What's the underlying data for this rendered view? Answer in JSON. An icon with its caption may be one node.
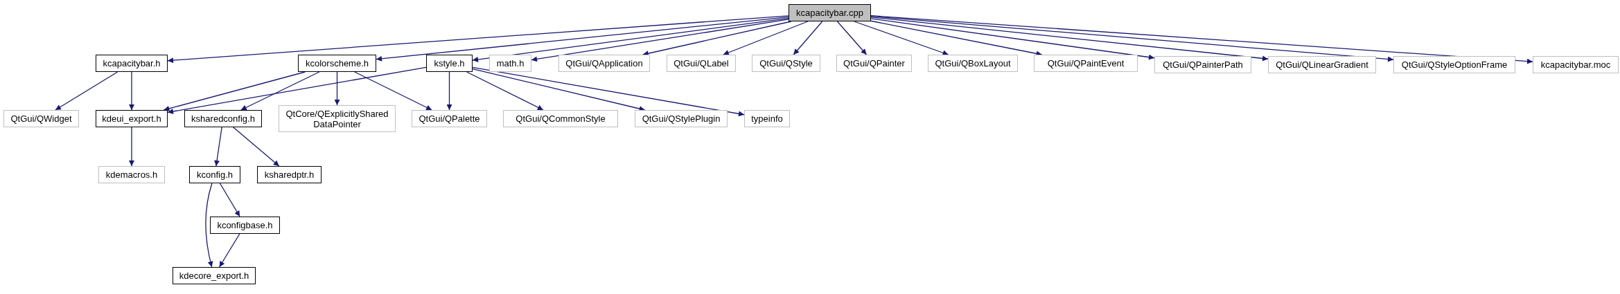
{
  "diagram": {
    "nodes": [
      {
        "text": [
          "kcapacitybar.cpp"
        ]
      },
      {
        "text": [
          "kcapacitybar.h"
        ]
      },
      {
        "text": [
          "kcolorscheme.h"
        ]
      },
      {
        "text": [
          "kstyle.h"
        ]
      },
      {
        "text": [
          "math.h"
        ]
      },
      {
        "text": [
          "QtGui/QApplication"
        ]
      },
      {
        "text": [
          "QtGui/QLabel"
        ]
      },
      {
        "text": [
          "QtGui/QStyle"
        ]
      },
      {
        "text": [
          "QtGui/QPainter"
        ]
      },
      {
        "text": [
          "QtGui/QBoxLayout"
        ]
      },
      {
        "text": [
          "QtGui/QPaintEvent"
        ]
      },
      {
        "text": [
          "QtGui/QPainterPath"
        ]
      },
      {
        "text": [
          "QtGui/QLinearGradient"
        ]
      },
      {
        "text": [
          "QtGui/QStyleOptionFrame"
        ]
      },
      {
        "text": [
          "kcapacitybar.moc"
        ]
      },
      {
        "text": [
          "QtGui/QWidget"
        ]
      },
      {
        "text": [
          "kdeui_export.h"
        ]
      },
      {
        "text": [
          "ksharedconfig.h"
        ]
      },
      {
        "text": [
          "QtCore/QExplicitlyShared DataPointer"
        ]
      },
      {
        "text": [
          "QtGui/QPalette"
        ]
      },
      {
        "text": [
          "QtGui/QCommonStyle"
        ]
      },
      {
        "text": [
          "QtGui/QStylePlugin"
        ]
      },
      {
        "text": [
          "typeinfo"
        ]
      },
      {
        "text": [
          "kdemacros.h"
        ]
      },
      {
        "text": [
          "kconfig.h"
        ]
      },
      {
        "text": [
          "ksharedptr.h"
        ]
      },
      {
        "text": [
          "kconfigbase.h"
        ]
      },
      {
        "text": [
          "kdecore_export.h"
        ]
      }
    ],
    "edges": [
      {
        "from": 0,
        "to": 1,
        "arrow": "to"
      },
      {
        "from": 0,
        "to": 2,
        "arrow": "to"
      },
      {
        "from": 0,
        "to": 3,
        "arrow": "to"
      },
      {
        "from": 0,
        "to": 4,
        "arrow": "to"
      },
      {
        "from": 0,
        "to": 5,
        "arrow": "to"
      },
      {
        "from": 0,
        "to": 6,
        "arrow": "to"
      },
      {
        "from": 0,
        "to": 7,
        "arrow": "to"
      },
      {
        "from": 0,
        "to": 8,
        "arrow": "to"
      },
      {
        "from": 0,
        "to": 9,
        "arrow": "to"
      },
      {
        "from": 0,
        "to": 10,
        "arrow": "to"
      },
      {
        "from": 0,
        "to": 11,
        "arrow": "to"
      },
      {
        "from": 0,
        "to": 12,
        "arrow": "to"
      },
      {
        "from": 0,
        "to": 13,
        "arrow": "to"
      },
      {
        "from": 0,
        "to": 14,
        "arrow": "to"
      },
      {
        "from": 1,
        "to": 15,
        "arrow": "to"
      },
      {
        "from": 1,
        "to": 16,
        "arrow": "to"
      },
      {
        "from": 2,
        "to": 16,
        "arrow": "to"
      },
      {
        "from": 2,
        "to": 17,
        "arrow": "to"
      },
      {
        "from": 2,
        "to": 18,
        "arrow": "to"
      },
      {
        "from": 2,
        "to": 19,
        "arrow": "to"
      },
      {
        "from": 3,
        "to": 16,
        "arrow": "to"
      },
      {
        "from": 3,
        "to": 19,
        "arrow": "to"
      },
      {
        "from": 3,
        "to": 20,
        "arrow": "to"
      },
      {
        "from": 3,
        "to": 21,
        "arrow": "to"
      },
      {
        "from": 3,
        "to": 22,
        "arrow": "to"
      },
      {
        "from": 16,
        "to": 23,
        "arrow": "to"
      },
      {
        "from": 17,
        "to": 24,
        "arrow": "to"
      },
      {
        "from": 17,
        "to": 25,
        "arrow": "to"
      },
      {
        "from": 24,
        "to": 26,
        "arrow": "to"
      },
      {
        "from": 24,
        "to": 27,
        "arrow": "to"
      },
      {
        "from": 26,
        "to": 27,
        "arrow": "to"
      }
    ]
  }
}
